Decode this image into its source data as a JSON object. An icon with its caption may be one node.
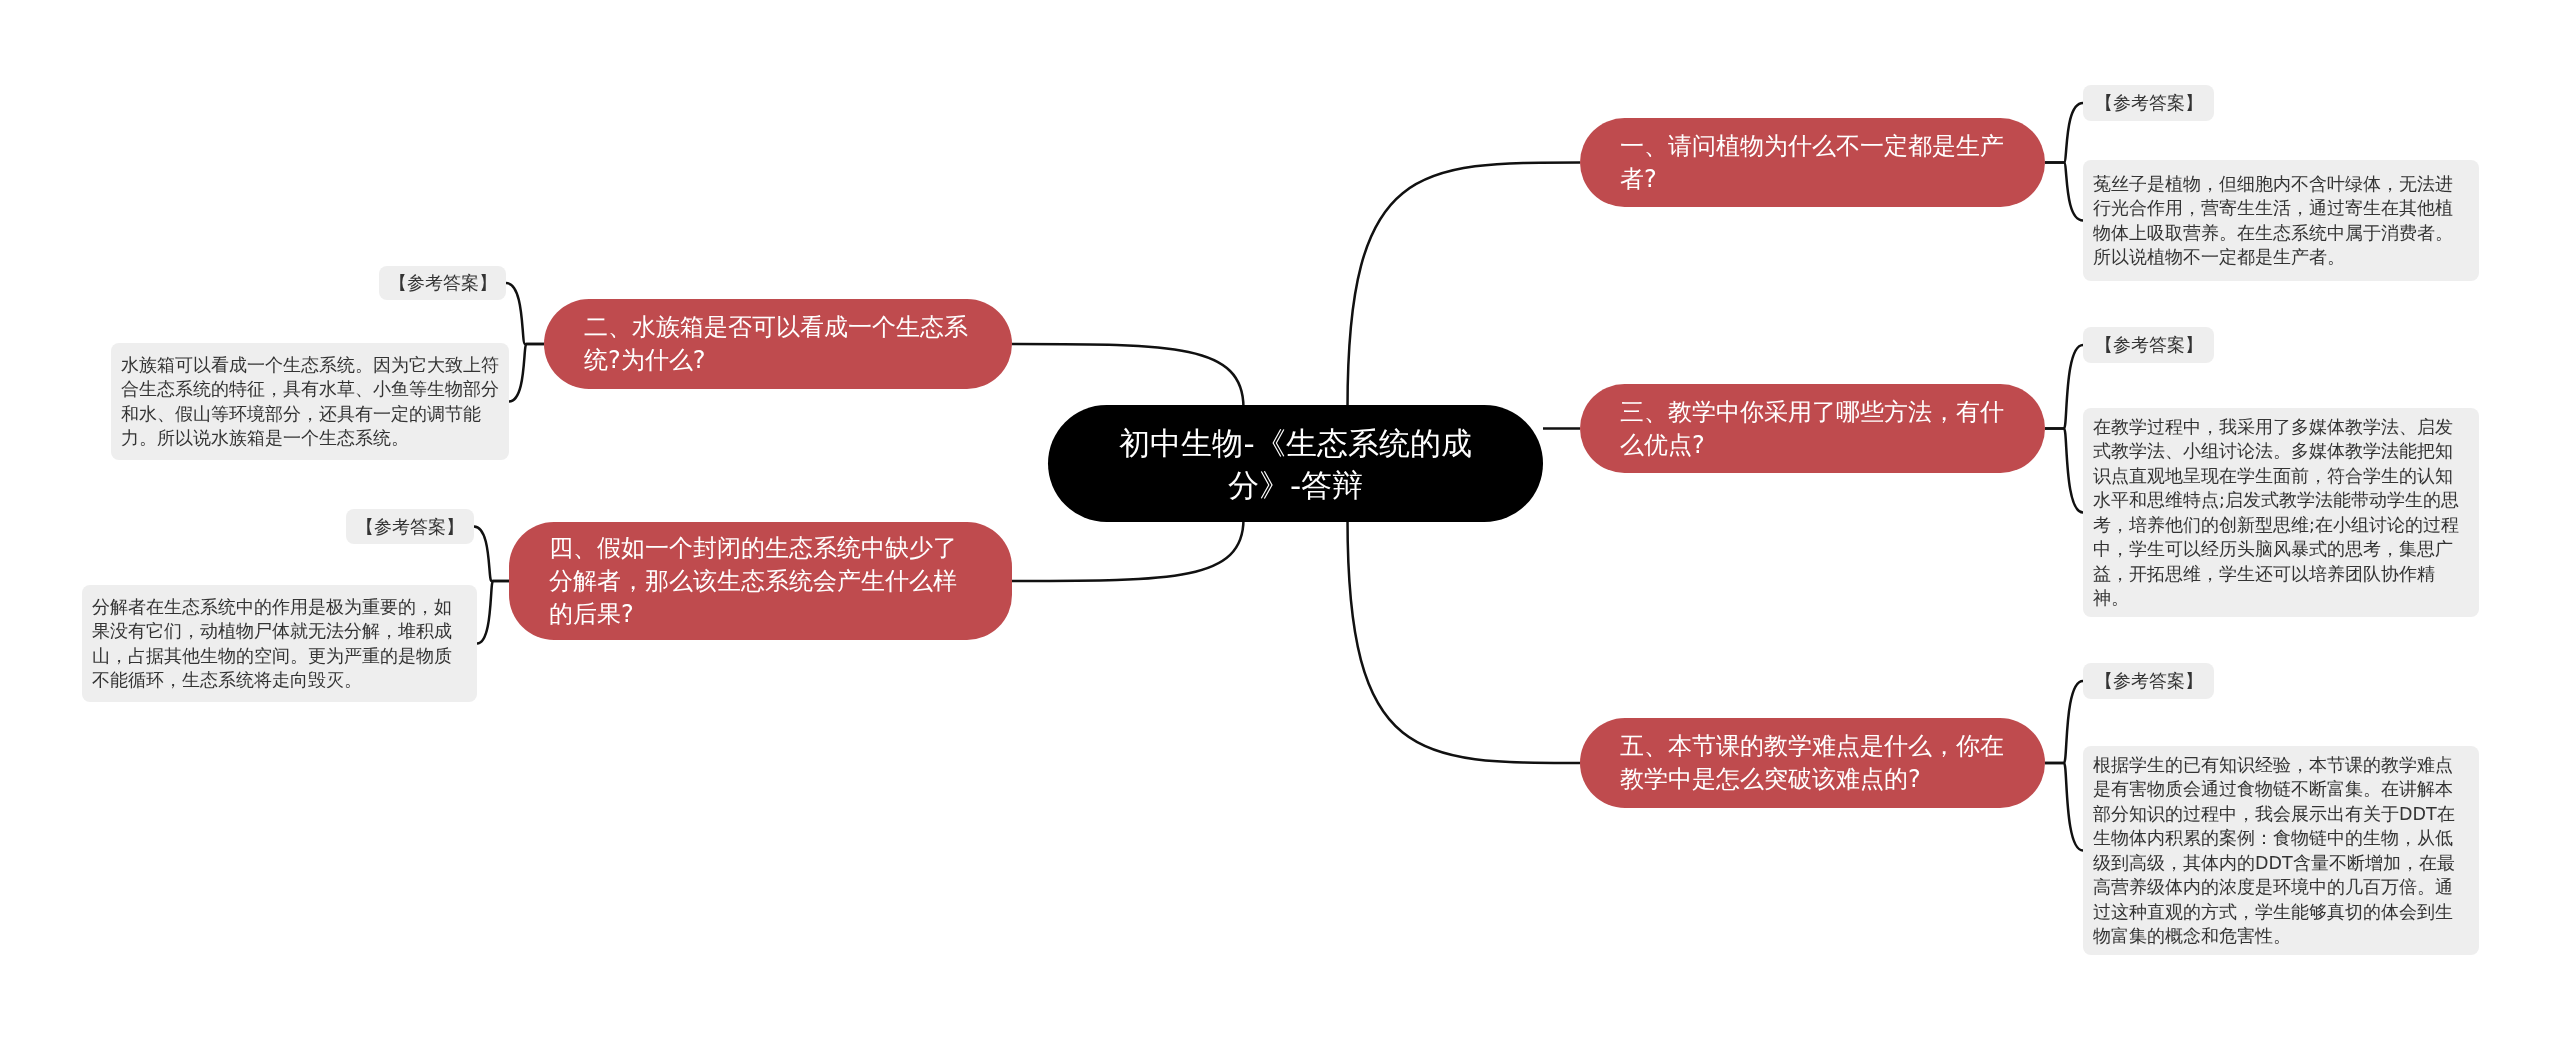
{
  "diagram": {
    "nodes": [
      {
        "text": [
          "初中生物-《生态系统的成分》-答辩"
        ]
      },
      {
        "text": [
          "一、请问植物为什么不一定都是生产者?"
        ]
      },
      {
        "text": [
          "【参考答案】"
        ]
      },
      {
        "text": [
          "菟丝子是植物，但细胞内不含叶绿体，无法进行光合作用，营寄生生活，通过寄生在其他植物体上吸取营养。在生态系统中属于消费者。所以说植物不一定都是生产者。"
        ]
      },
      {
        "text": [
          "二、水族箱是否可以看成一个生态系统?为什么?"
        ]
      },
      {
        "text": [
          "【参考答案】"
        ]
      },
      {
        "text": [
          "水族箱可以看成一个生态系统。因为它大致上符合生态系统的特征，具有水草、小鱼等生物部分和水、假山等环境部分，还具有一定的调节能力。所以说水族箱是一个生态系统。"
        ]
      },
      {
        "text": [
          "三、教学中你采用了哪些方法，有什么优点?"
        ]
      },
      {
        "text": [
          "【参考答案】"
        ]
      },
      {
        "text": [
          "在教学过程中，我采用了多媒体教学法、启发式教学法、小组讨论法。多媒体教学法能把知识点直观地呈现在学生面前，符合学生的认知水平和思维特点;启发式教学法能带动学生的思考，培养他们的创新型思维;在小组讨论的过程中，学生可以经历头脑风暴式的思考，集思广益，开拓思维，学生还可以培养团队协作精神。"
        ]
      },
      {
        "text": [
          "四、假如一个封闭的生态系统中缺少了分解者，那么该生态系统会产生什么样的后果?"
        ]
      },
      {
        "text": [
          "【参考答案】"
        ]
      },
      {
        "text": [
          "分解者在生态系统中的作用是极为重要的，如果没有它们，动植物尸体就无法分解，堆积成山，占据其他生物的空间。更为严重的是物质不能循环，生态系统将走向毁灭。"
        ]
      },
      {
        "text": [
          "五、本节课的教学难点是什么，你在教学中是怎么突破该难点的?"
        ]
      },
      {
        "text": [
          "【参考答案】"
        ]
      },
      {
        "text": [
          "根据学生的已有知识经验，本节课的教学难点是有害物质会通过食物链不断富集。在讲解本部分知识的过程中，我会展示出有关于DDT在生物体内积累的案例：食物链中的生物，从低级到高级，其体内的DDT含量不断增加，在最高营养级体内的浓度是环境中的几百万倍。通过这种直观的方式，学生能够真切的体会到生物富集的概念和危害性。"
        ]
      }
    ],
    "edges": [
      {
        "from": 0,
        "to": 1,
        "arrow": "none"
      },
      {
        "from": 1,
        "to": 2,
        "arrow": "none"
      },
      {
        "from": 1,
        "to": 3,
        "arrow": "none"
      },
      {
        "from": 0,
        "to": 4,
        "arrow": "none"
      },
      {
        "from": 4,
        "to": 5,
        "arrow": "none"
      },
      {
        "from": 4,
        "to": 6,
        "arrow": "none"
      },
      {
        "from": 0,
        "to": 7,
        "arrow": "none"
      },
      {
        "from": 7,
        "to": 8,
        "arrow": "none"
      },
      {
        "from": 7,
        "to": 9,
        "arrow": "none"
      },
      {
        "from": 0,
        "to": 10,
        "arrow": "none"
      },
      {
        "from": 10,
        "to": 11,
        "arrow": "none"
      },
      {
        "from": 10,
        "to": 12,
        "arrow": "none"
      },
      {
        "from": 0,
        "to": 13,
        "arrow": "none"
      },
      {
        "from": 13,
        "to": 14,
        "arrow": "none"
      },
      {
        "from": 13,
        "to": 15,
        "arrow": "none"
      }
    ]
  }
}
